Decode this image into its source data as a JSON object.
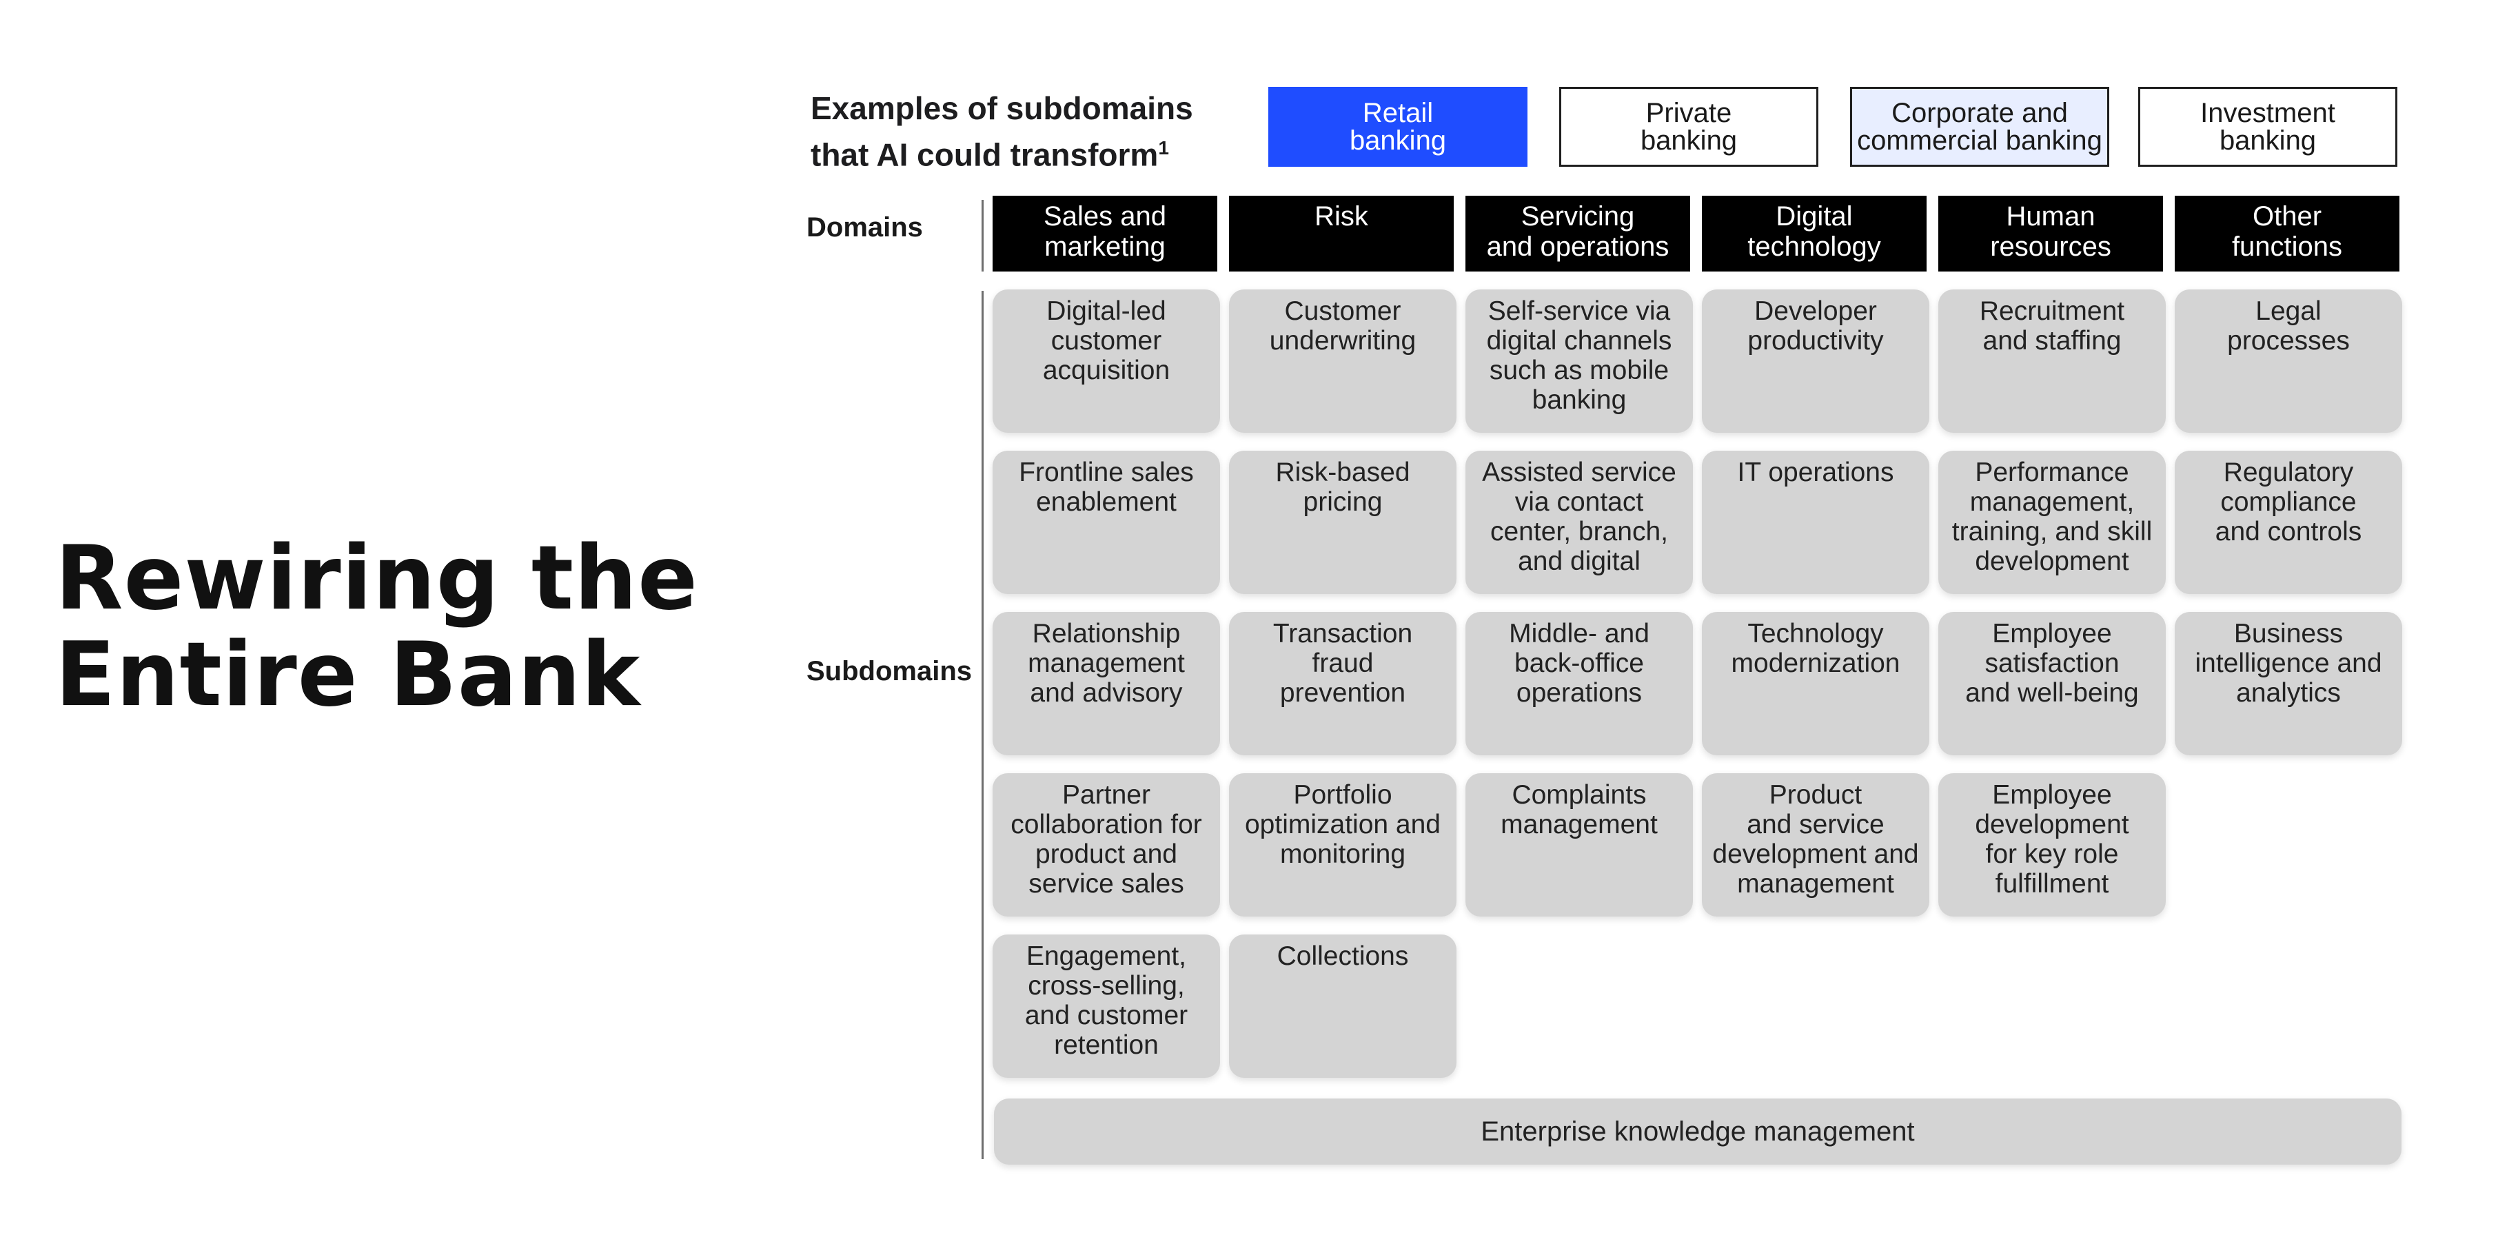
{
  "title": {
    "line1": "Rewiring the",
    "line2": "Entire Bank"
  },
  "figure": {
    "heading_line1": "Examples of subdomains",
    "heading_line2": "that AI could transform",
    "heading_footnote": "1",
    "bank_types": [
      {
        "label": "Retail\nbanking",
        "selected": true
      },
      {
        "label": "Private\nbanking",
        "selected": false
      },
      {
        "label": "Corporate and\ncommercial banking",
        "selected": false
      },
      {
        "label": "Investment\nbanking",
        "selected": false
      }
    ],
    "domains_label": "Domains",
    "subdomains_label": "Subdomains",
    "domains": [
      "Sales and\nmarketing",
      "Risk",
      "Servicing\nand operations",
      "Digital\ntechnology",
      "Human\nresources",
      "Other\nfunctions"
    ],
    "subdomains": [
      [
        "Digital-led\ncustomer\nacquisition",
        "Frontline sales\nenablement",
        "Relationship\nmanagement\nand advisory",
        "Partner\ncollaboration for\nproduct and\nservice sales",
        "Engagement,\ncross-selling,\nand customer\nretention"
      ],
      [
        "Customer\nunderwriting",
        "Risk-based\npricing",
        "Transaction\nfraud\nprevention",
        "Portfolio\noptimization and\nmonitoring",
        "Collections"
      ],
      [
        "Self-service via\ndigital channels\nsuch as mobile\nbanking",
        "Assisted service\nvia contact\ncenter, branch,\nand digital",
        "Middle- and\nback-office\noperations",
        "Complaints\nmanagement"
      ],
      [
        "Developer\nproductivity",
        "IT operations",
        "Technology\nmodernization",
        "Product\nand service\ndevelopment and\nmanagement"
      ],
      [
        "Recruitment\nand staffing",
        "Performance\nmanagement,\ntraining, and skill\ndevelopment",
        "Employee\nsatisfaction\nand well-being",
        "Employee\ndevelopment\nfor key role\nfulfillment"
      ],
      [
        "Legal\nprocesses",
        "Regulatory\ncompliance\nand controls",
        "Business\nintelligence and\nanalytics"
      ]
    ],
    "enterprise_label": "Enterprise knowledge management",
    "colors": {
      "selected_tab": "#1f4dff",
      "domain_header": "#000000",
      "subdomain_cell": "#d4d4d4"
    }
  }
}
